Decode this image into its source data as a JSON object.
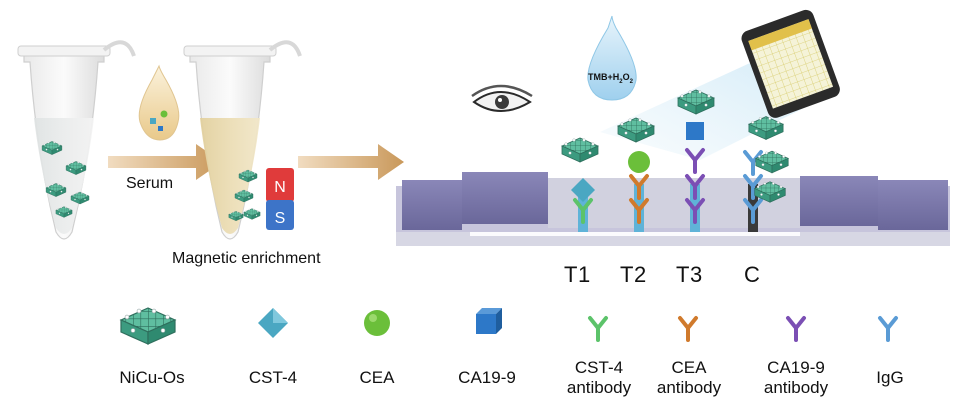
{
  "steps": {
    "serum": "Serum",
    "magnetic_enrichment": "Magnetic enrichment"
  },
  "magnet": {
    "north": "N",
    "south": "S"
  },
  "reagent": {
    "text": "TMB+H",
    "subscript": "2",
    "text_tail": "O",
    "subscript_tail": "2"
  },
  "strip_lines": [
    "T1",
    "T2",
    "T3",
    "C"
  ],
  "legend": [
    {
      "icon": "nicu-os-nanozyme-icon",
      "label": "NiCu-Os"
    },
    {
      "icon": "cst-4-diamond-icon",
      "label": "CST-4"
    },
    {
      "icon": "cea-sphere-icon",
      "label": "CEA"
    },
    {
      "icon": "ca19-9-cube-icon",
      "label": "CA19-9"
    },
    {
      "icon": "cst-4-antibody-icon",
      "label": "CST-4 antibody"
    },
    {
      "icon": "cea-antibody-icon",
      "label": "CEA antibody"
    },
    {
      "icon": "ca19-9-antibody-icon",
      "label": "CA19-9 antibody"
    },
    {
      "icon": "igg-icon",
      "label": "IgG"
    }
  ],
  "colors": {
    "arrow": "#c9985a",
    "strip_pad": "#7b78a8",
    "membrane": "#c9c9d6",
    "nanozyme": "#3fa88c",
    "cst4": "#4aa7c2",
    "cea": "#6bbf3a",
    "ca199": "#2d78c8",
    "cst4_antibody": "#5cc36a",
    "cea_antibody": "#d07a2c",
    "ca199_antibody": "#7b4fb4",
    "igg": "#5a9bd5"
  }
}
